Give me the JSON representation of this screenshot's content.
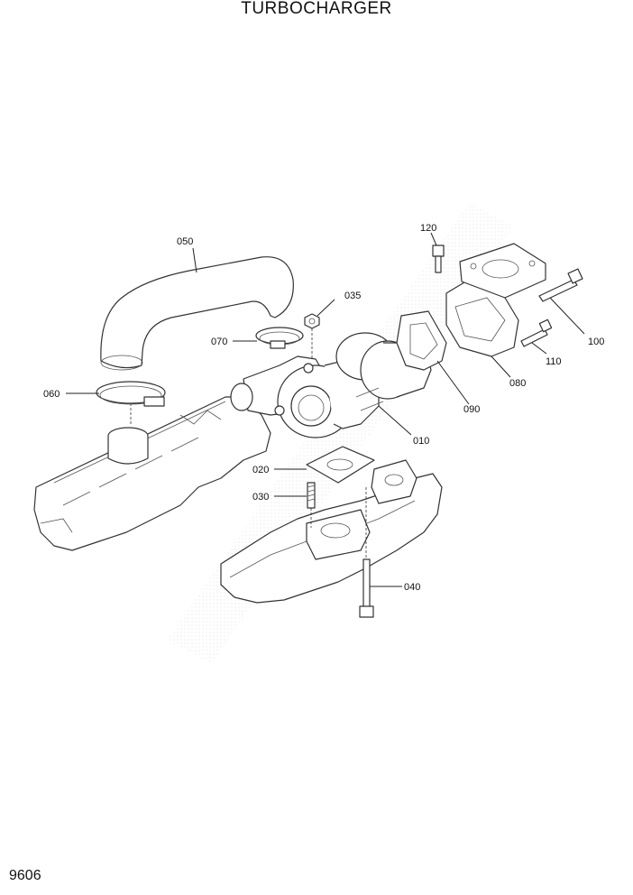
{
  "title": "TURBOCHARGER",
  "page_number": "9606",
  "callouts": {
    "p010": "010",
    "p020": "020",
    "p030": "030",
    "p035": "035",
    "p040": "040",
    "p050": "050",
    "p060": "060",
    "p070": "070",
    "p080": "080",
    "p090": "090",
    "p100": "100",
    "p110": "110",
    "p120": "120"
  }
}
